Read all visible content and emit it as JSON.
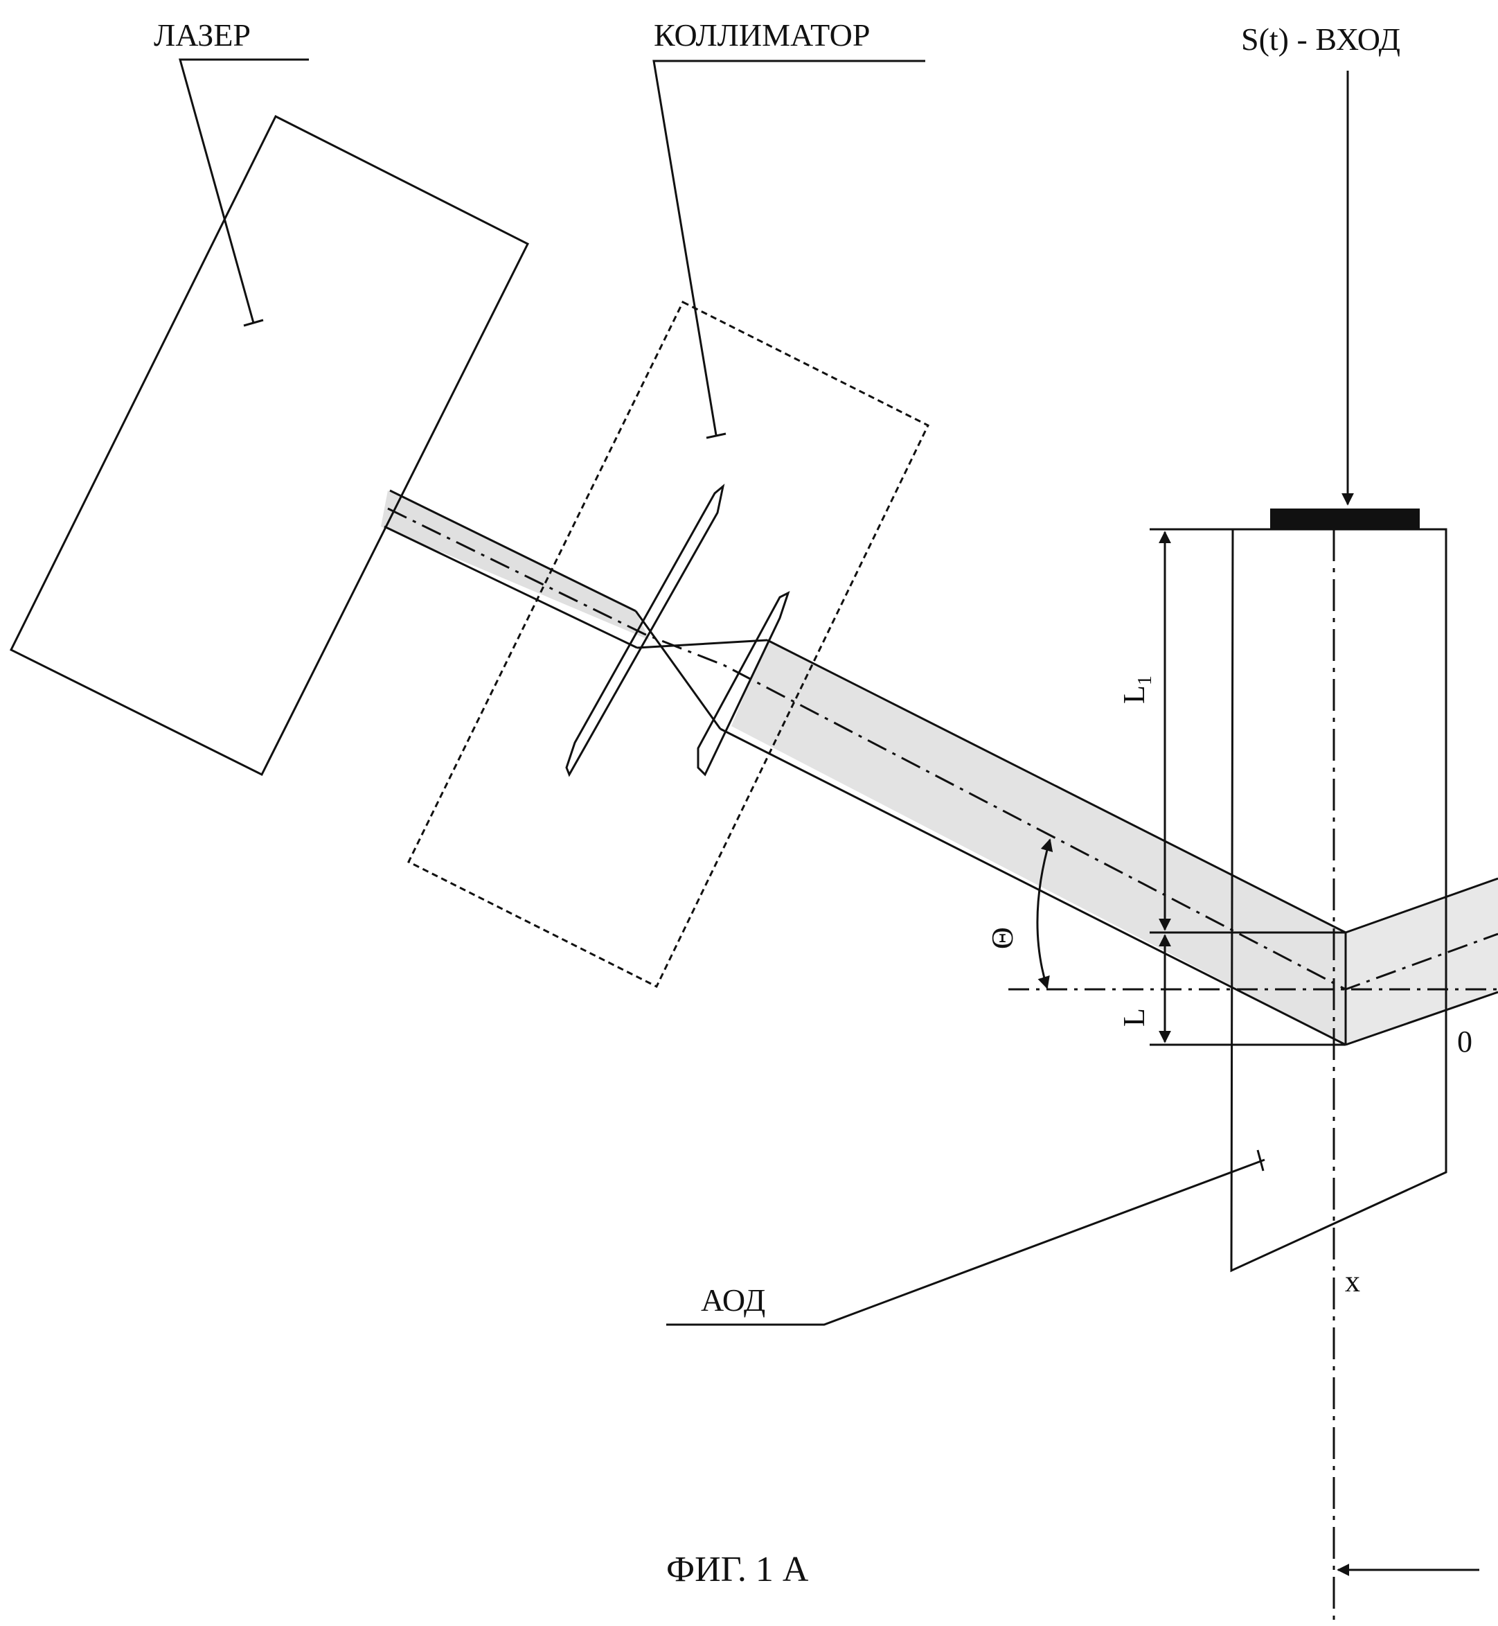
{
  "labels": {
    "laser": "ЛАЗЕР",
    "collimator": "КОЛЛИМАТОР",
    "input": "S(t) - ВХОД",
    "aod": "АОД"
  },
  "symbols": {
    "l1": "L",
    "l1_sub": "1",
    "l": "L",
    "theta": "Θ",
    "origin": "0",
    "x_axis": "x"
  },
  "caption": "ФИГ. 1  А",
  "colors": {
    "ink": "#111111",
    "beam": "#d9d9d9",
    "background": "#ffffff"
  }
}
